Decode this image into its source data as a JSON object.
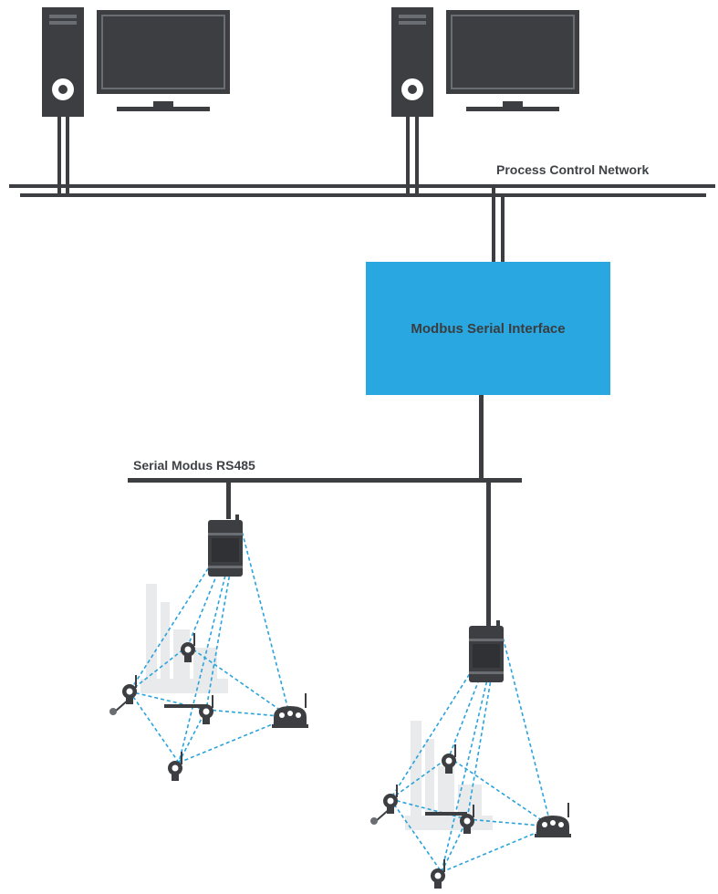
{
  "labels": {
    "process_control_network": "Process Control Network",
    "modbus_serial_interface": "Modbus Serial Interface",
    "serial_bus": "Serial Modus RS485"
  },
  "colors": {
    "device": "#3c3e41",
    "bus": "#3c3e41",
    "interface_box": "#29a7e1",
    "wireless_link": "#2aa3dc",
    "plant_silhouette": "#e8eaec"
  },
  "icons": [
    "computer-tower-icon",
    "monitor-icon",
    "wireless-gateway-icon",
    "pressure-transmitter-icon",
    "temperature-transmitter-icon",
    "level-transmitter-icon",
    "plant-silhouette-icon"
  ]
}
